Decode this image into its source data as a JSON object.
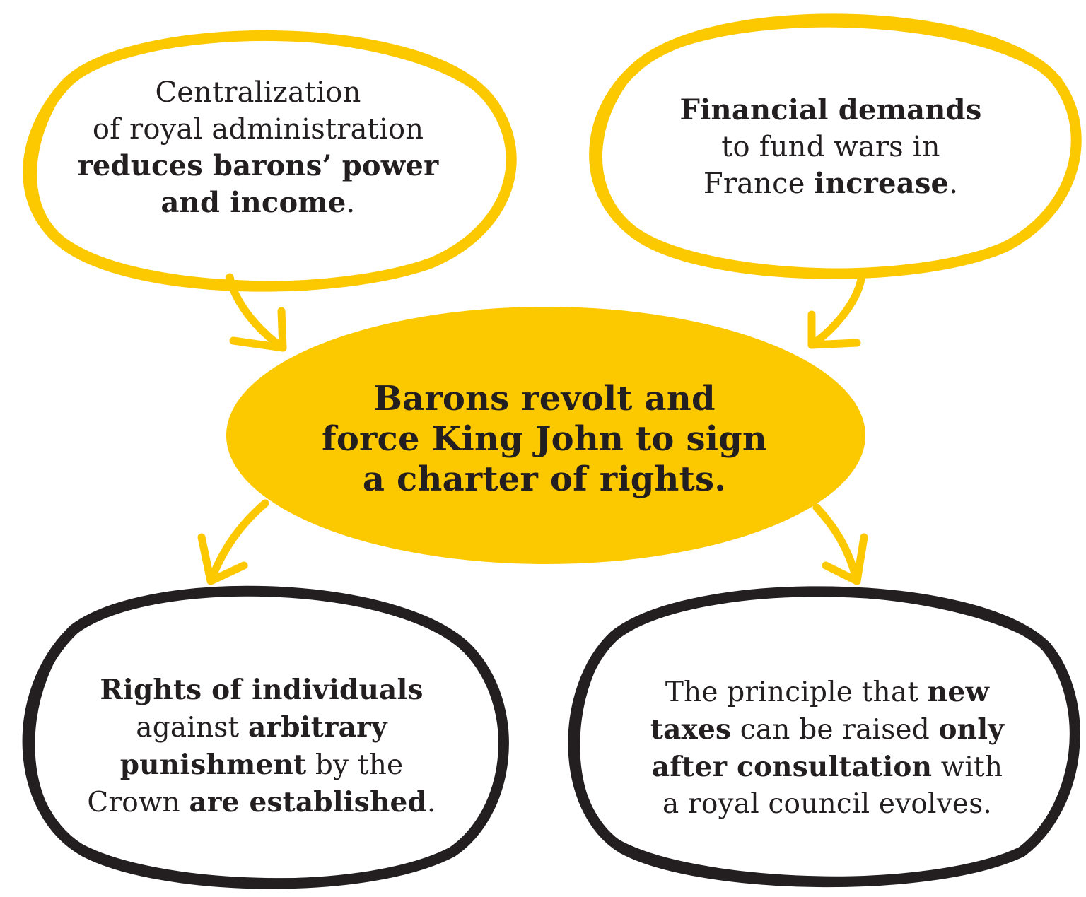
{
  "colors": {
    "accent_yellow": "#fcc800",
    "outline_black": "#231f20",
    "text": "#231f20",
    "background": "#ffffff"
  },
  "nodes": {
    "cause_left": {
      "l1": "Centralization",
      "l2": "of royal administration",
      "l3_bold": "reduces barons’ power",
      "l4_bold": "and income",
      "l4_end": "."
    },
    "cause_right": {
      "l1_bold": "Financial demands",
      "l2": "to fund wars in",
      "l3_pre": "France ",
      "l3_bold": "increase",
      "l3_end": "."
    },
    "center": {
      "l1": "Barons revolt and",
      "l2": "force King John to sign",
      "l3": "a charter of rights."
    },
    "effect_left": {
      "l1_bold": "Rights of individuals",
      "l2_pre": "against ",
      "l2_bold": "arbitrary",
      "l3_bold": "punishment",
      "l3_post": " by the",
      "l4_pre": "Crown ",
      "l4_bold": "are established",
      "l4_end": "."
    },
    "effect_right": {
      "l1_pre": "The principle that ",
      "l1_bold": "new",
      "l2_bold": "taxes",
      "l2_mid": " can be raised ",
      "l2_bold2": "only",
      "l3_bold": "after consultation",
      "l3_post": " with",
      "l4": "a royal council evolves."
    }
  }
}
